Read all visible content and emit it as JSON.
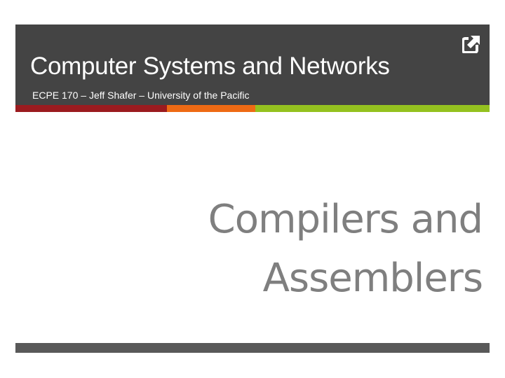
{
  "header": {
    "title": "Computer Systems and Networks",
    "subtitle": "ECPE 170 – Jeff Shafer – University of the Pacific",
    "icon": "expand-arrow-icon"
  },
  "accent_colors": {
    "header_bg": "#444444",
    "red": "#9b1b1f",
    "orange": "#ee6a14",
    "green": "#94c11f",
    "footer": "#595959",
    "title_text": "#7f7f7f"
  },
  "slide": {
    "title_line_1": "Compilers and",
    "title_line_2": "Assemblers"
  }
}
